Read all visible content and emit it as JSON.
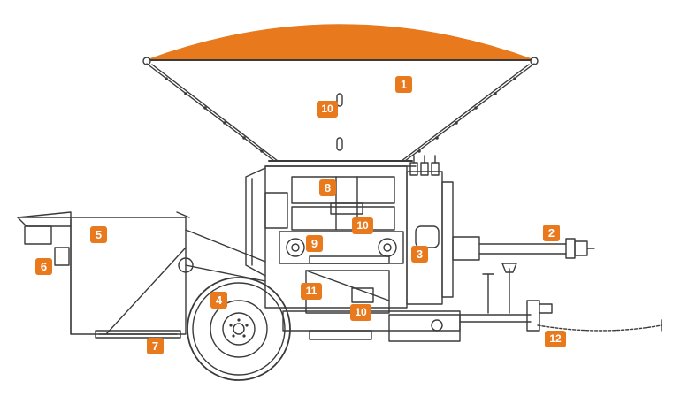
{
  "colors": {
    "accent": "#e8791d",
    "line": "#3a3a3a",
    "background": "#ffffff"
  },
  "callouts": [
    {
      "id": "c1",
      "text": "1"
    },
    {
      "id": "c2",
      "text": "2"
    },
    {
      "id": "c3",
      "text": "3"
    },
    {
      "id": "c4",
      "text": "4"
    },
    {
      "id": "c5",
      "text": "5"
    },
    {
      "id": "c6",
      "text": "6"
    },
    {
      "id": "c7",
      "text": "7"
    },
    {
      "id": "c8",
      "text": "8"
    },
    {
      "id": "c9",
      "text": "9"
    },
    {
      "id": "c10a",
      "text": "10"
    },
    {
      "id": "c10b",
      "text": "10"
    },
    {
      "id": "c10c",
      "text": "10"
    },
    {
      "id": "c11",
      "text": "11"
    },
    {
      "id": "c12",
      "text": "12"
    }
  ]
}
